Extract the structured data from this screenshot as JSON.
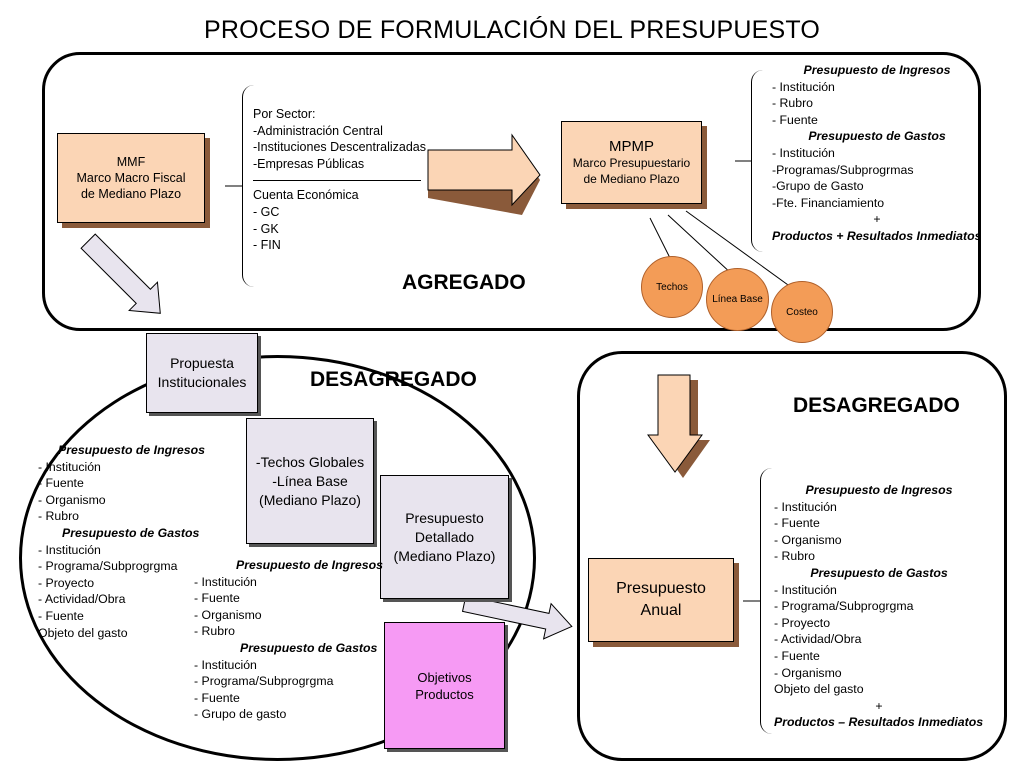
{
  "title": "PROCESO DE FORMULACIÓN DEL PRESUPUESTO",
  "colors": {
    "peach_box": "#fbd5b5",
    "circle_orange": "#f39c57",
    "lavender_box": "#e8e4ee",
    "pink_box": "#f69af4"
  },
  "agregado": {
    "label": "AGREGADO",
    "mmf": {
      "line1": "MMF",
      "line2": "Marco Macro Fiscal",
      "line3": "de Mediano Plazo"
    },
    "sector": {
      "lines1": [
        "Por Sector:",
        "-Administración Central",
        "-Instituciones Descentralizadas",
        "-Empresas Públicas"
      ],
      "lines2": [
        "Cuenta Económica",
        "- GC",
        "- GK",
        "- FIN"
      ]
    },
    "mpmp": {
      "line1": "MPMP",
      "line2": "Marco Presupuestario",
      "line3": "de Mediano Plazo"
    },
    "circles": [
      "Techos",
      "Línea Base",
      "Costeo"
    ],
    "right_list": {
      "h_ingresos": "Presupuesto de Ingresos",
      "ingresos": [
        "- Institución",
        "- Rubro",
        "- Fuente"
      ],
      "h_gastos": "Presupuesto de Gastos",
      "gastos": [
        "- Institución",
        "-Programas/Subprogrmas",
        "-Grupo de Gasto",
        "-Fte. Financiamiento"
      ],
      "plus": "+",
      "footer": "Productos + Resultados Inmediatos"
    }
  },
  "desagregado_left": {
    "label": "DESAGREGADO",
    "propuesta": [
      "Propuesta",
      "Institucionales"
    ],
    "techos": [
      "-Techos Globales",
      "-Línea Base",
      "(Mediano Plazo)"
    ],
    "detallado": [
      "Presupuesto",
      "Detallado",
      "(Mediano Plazo)"
    ],
    "objetivos": [
      "Objetivos",
      "Productos"
    ],
    "list1": {
      "h_ingresos": "Presupuesto de Ingresos",
      "ingresos": [
        "- Institución",
        "- Fuente",
        "- Organismo",
        "- Rubro"
      ],
      "h_gastos": "Presupuesto de Gastos",
      "gastos": [
        "- Institución",
        "- Programa/Subprogrgma",
        "- Proyecto",
        "- Actividad/Obra",
        "- Fuente",
        "Objeto del gasto"
      ]
    },
    "list2": {
      "h_ingresos": "Presupuesto de Ingresos",
      "ingresos": [
        "- Institución",
        "- Fuente",
        "- Organismo",
        "- Rubro"
      ],
      "h_gastos": "Presupuesto de Gastos",
      "gastos": [
        "- Institución",
        "- Programa/Subprogrgma",
        "- Fuente",
        "- Grupo de gasto"
      ]
    }
  },
  "desagregado_right": {
    "label": "DESAGREGADO",
    "anual": [
      "Presupuesto",
      "Anual"
    ],
    "list": {
      "h_ingresos": "Presupuesto de Ingresos",
      "ingresos": [
        "- Institución",
        "- Fuente",
        "- Organismo",
        "- Rubro"
      ],
      "h_gastos": "Presupuesto de Gastos",
      "gastos": [
        "- Institución",
        "- Programa/Subprogrgma",
        "- Proyecto",
        "- Actividad/Obra",
        "- Fuente",
        "- Organismo",
        "Objeto del gasto"
      ],
      "plus": "+",
      "footer": "Productos – Resultados Inmediatos"
    }
  }
}
